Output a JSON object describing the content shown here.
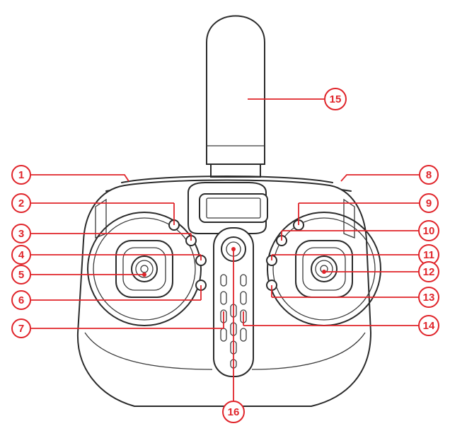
{
  "colors": {
    "callout": "#e0242a",
    "outline": "#2b2b2b",
    "background": "#ffffff"
  },
  "callouts": {
    "c1": "1",
    "c2": "2",
    "c3": "3",
    "c4": "4",
    "c5": "5",
    "c6": "6",
    "c7": "7",
    "c8": "8",
    "c9": "9",
    "c10": "10",
    "c11": "11",
    "c12": "12",
    "c13": "13",
    "c14": "14",
    "c15": "15",
    "c16": "16"
  }
}
